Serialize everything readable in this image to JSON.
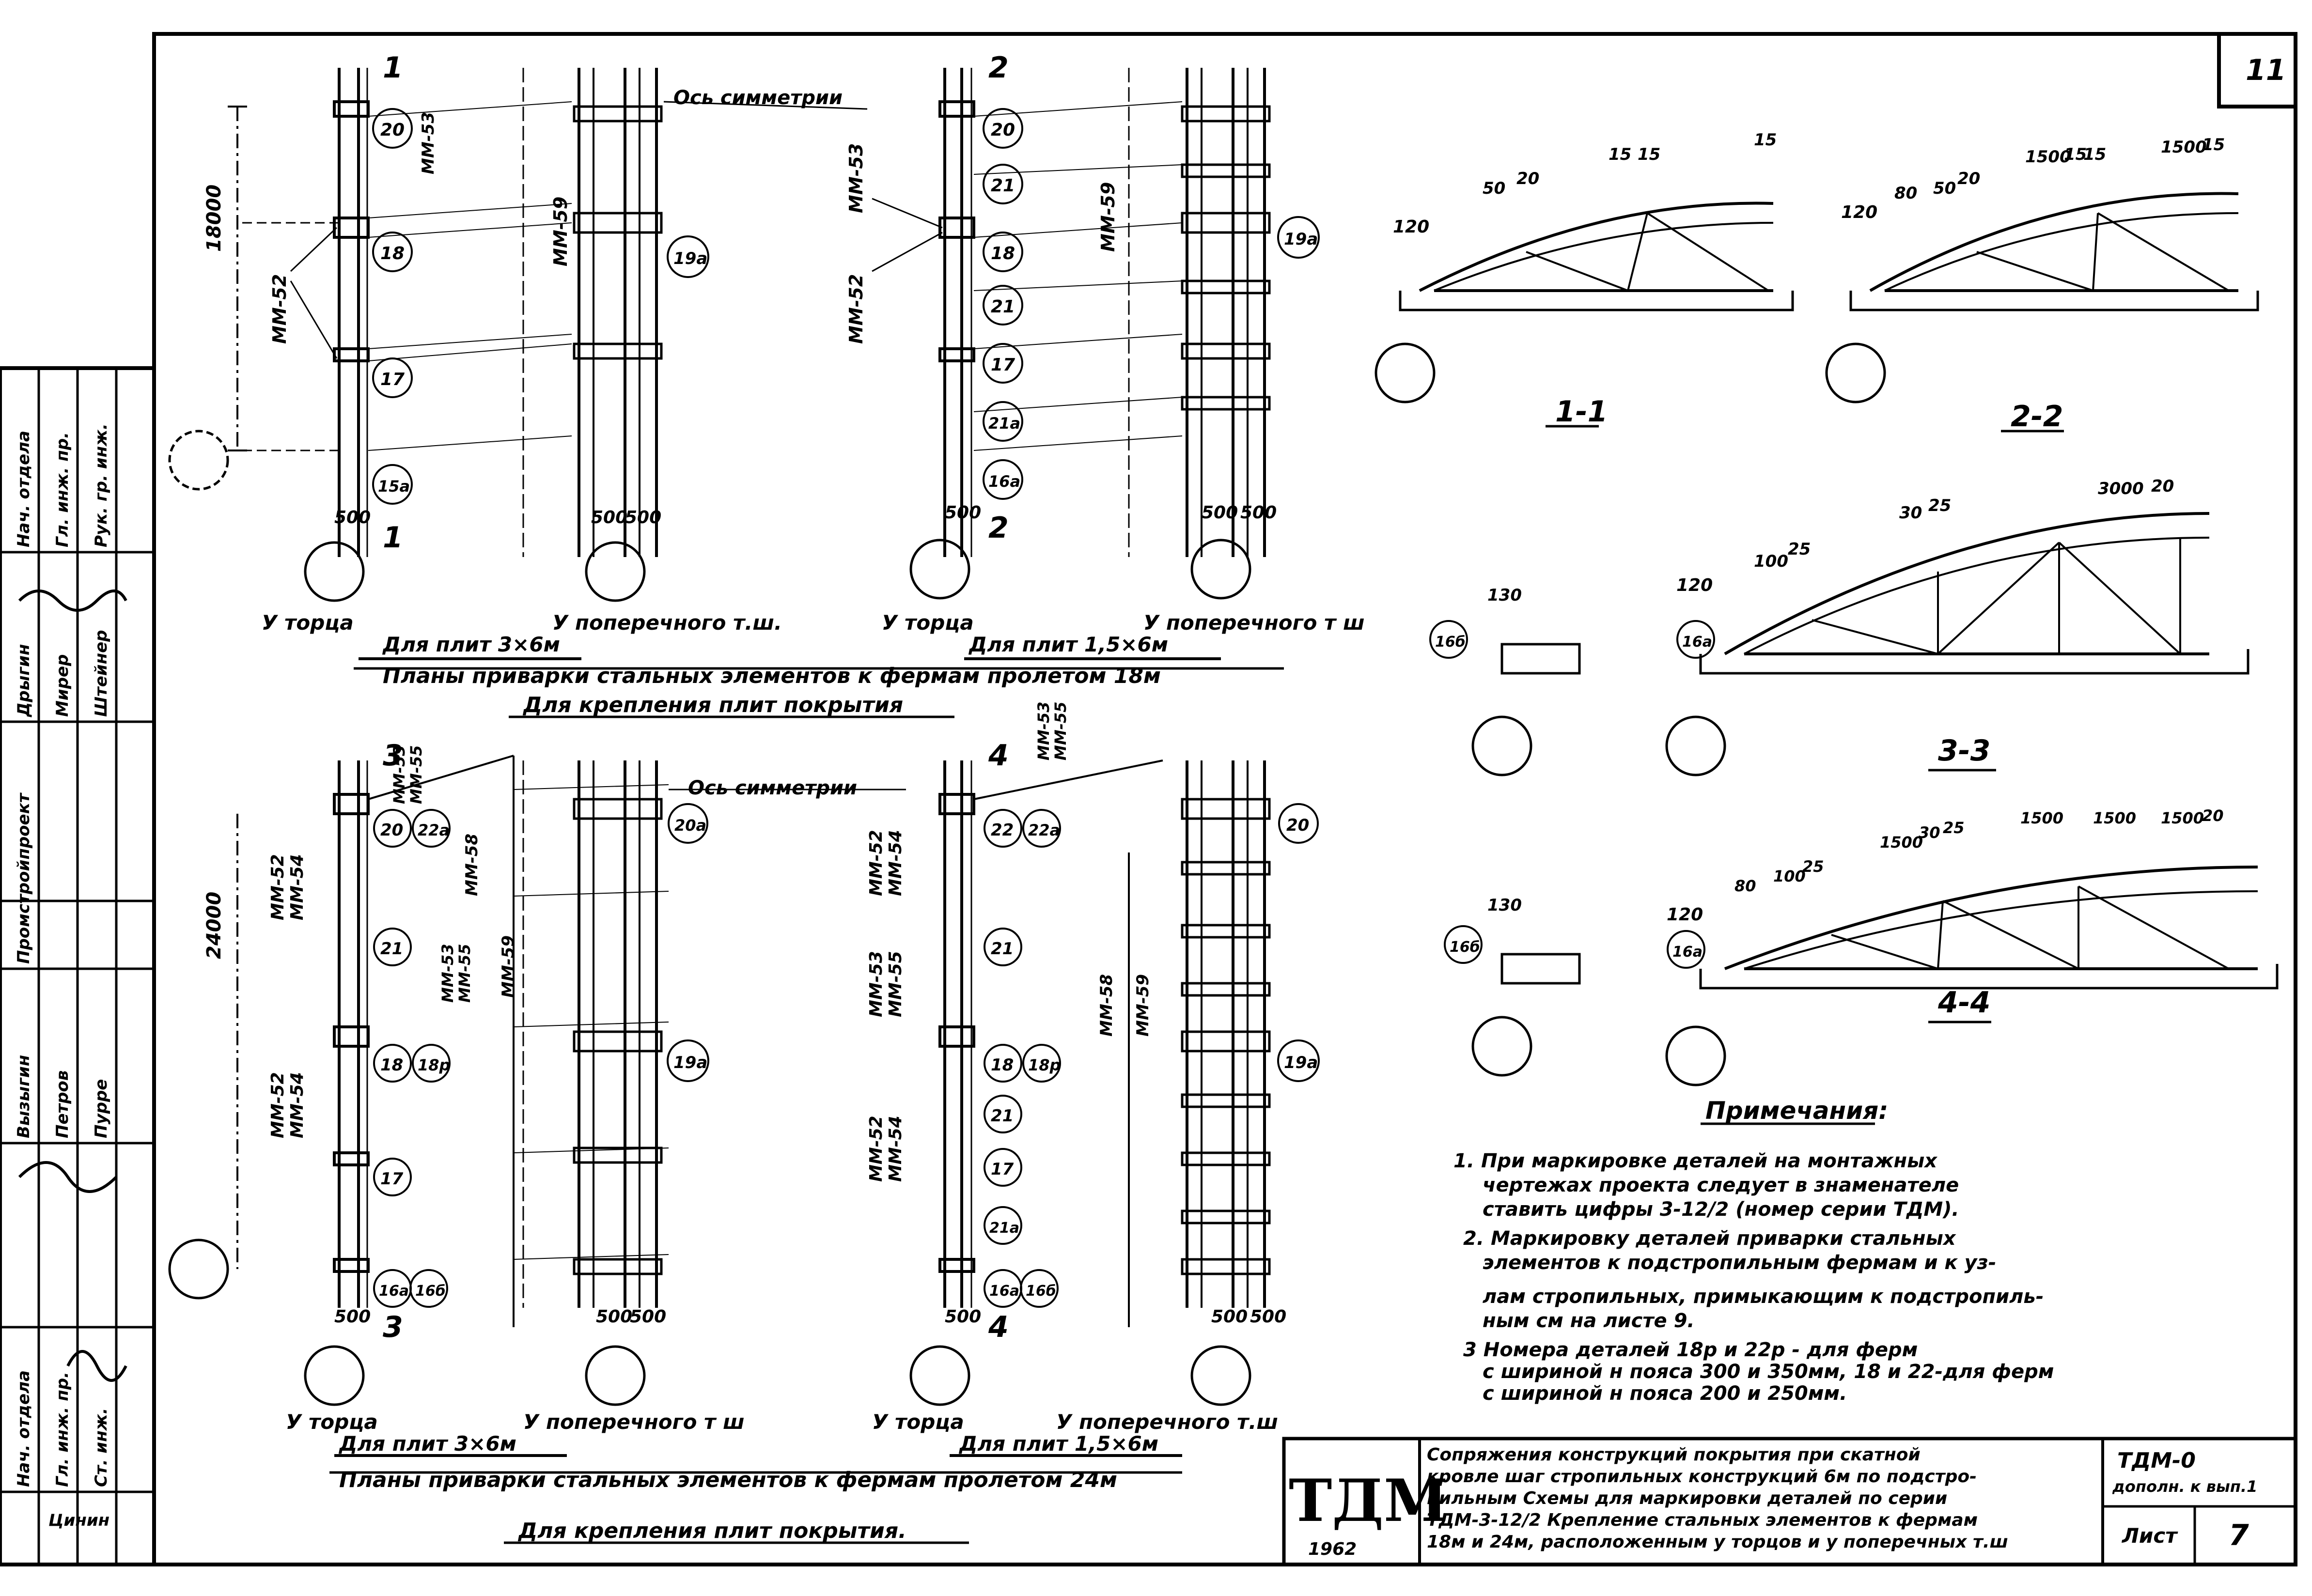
{
  "sheet": {
    "corner_number": "11",
    "series_code": "ТДМ-0",
    "issue_note": "дополн. к вып.1",
    "sheet_label": "Лист",
    "sheet_number": "7",
    "logo_text": "ТДМ",
    "logo_year": "1962",
    "title_lines": [
      "Сопряжения конструкций покрытия при скатной",
      "кровле шаг стропильных конструкций 6м по подстро-",
      "пильным Схемы для маркировки деталей по серии",
      "ТДМ-3-12/2 Крепление стальных элементов к фермам",
      "18м и 24м, расположенным у торцов и у поперечных т.ш"
    ]
  },
  "side_stamp": {
    "roles": [
      "Нач. отдела",
      "Гл. инж. пр.",
      "Ст. инж."
    ],
    "names": [
      "Вызыгин",
      "Петров",
      "Пурре"
    ],
    "roles2": [
      "Нач. отдела",
      "Гл. инж. пр.",
      "Рук. гр. инж."
    ],
    "names2": [
      "Дрыгин",
      "Мирер",
      "Штейнер"
    ],
    "org": "Промстройпроект",
    "bottom": "Цинин"
  },
  "top_section": {
    "plan1_caption_end": "У торца",
    "plan1_caption_cross": "У поперечного т.ш.",
    "plan1_sub": "Для плит 3×6м",
    "plan2_caption_end": "У торца",
    "plan2_caption_cross": "У поперечного т ш",
    "plan2_sub": "Для плит 1,5×6м",
    "heading": "Планы приварки стальных элементов к фермам пролетом 18м",
    "subheading": "Для крепления плит покрытия",
    "axis_label": "Ось симметрии",
    "dim_span": "18000",
    "cut1": "1",
    "cut2": "2",
    "dim_500": "500"
  },
  "bottom_section": {
    "plan3_caption_end": "У торца",
    "plan3_caption_cross": "У поперечного т ш",
    "plan3_sub": "Для плит 3×6м",
    "plan4_caption_end": "У торца",
    "plan4_caption_cross": "У поперечного т.ш",
    "plan4_sub": "Для плит 1,5×6м",
    "heading": "Планы приварки стальных элементов к фермам пролетом 24м",
    "subheading": "Для крепления плит покрытия.",
    "axis_label": "Ось симметрии",
    "dim_span": "24000",
    "cut3": "3",
    "cut4": "4"
  },
  "marks": {
    "mm52": "ММ-52",
    "mm53": "ММ-53",
    "mm54": "ММ-54",
    "mm55": "ММ-55",
    "mm58": "ММ-58",
    "mm59": "ММ-59",
    "d20": "20",
    "d21": "21",
    "d18": "18",
    "d17": "17",
    "d15a": "15а",
    "d19a": "19а",
    "d20a": "20а",
    "d21a": "21а",
    "d16a": "16а",
    "d16b": "16б",
    "d22": "22",
    "d22a": "22а",
    "d18p": "18р"
  },
  "sections": {
    "s11": "1-1",
    "s22": "2-2",
    "s33": "3-3",
    "s44": "4-4",
    "d120": "120",
    "d130": "130",
    "dims_11": [
      "50",
      "20",
      "15",
      "15",
      "15"
    ],
    "dims_22": [
      "80",
      "50",
      "20",
      "1500",
      "15",
      "15",
      "1500",
      "15"
    ],
    "dims_33": [
      "100",
      "25",
      "30",
      "25",
      "3000",
      "20"
    ],
    "dims_44": [
      "80",
      "100",
      "25",
      "1500",
      "30",
      "25",
      "1500",
      "1500",
      "1500",
      "20"
    ]
  },
  "notes": {
    "title": "Примечания:",
    "items": [
      "1. При маркировке деталей на монтажных",
      "чертежах проекта следует в знаменателе",
      "ставить цифры 3-12/2 (номер серии ТДМ).",
      "2. Маркировку деталей приварки стальных",
      "элементов к подстропильным фермам и к уз-",
      "лам стропильных, примыкающим к подстропиль-",
      "ным см на листе 9.",
      "3 Номера деталей 18р и 22р   -   для ферм",
      "с шириной н пояса 300 и 350мм, 18 и 22-для ферм",
      "с шириной н пояса 200 и 250мм."
    ]
  }
}
